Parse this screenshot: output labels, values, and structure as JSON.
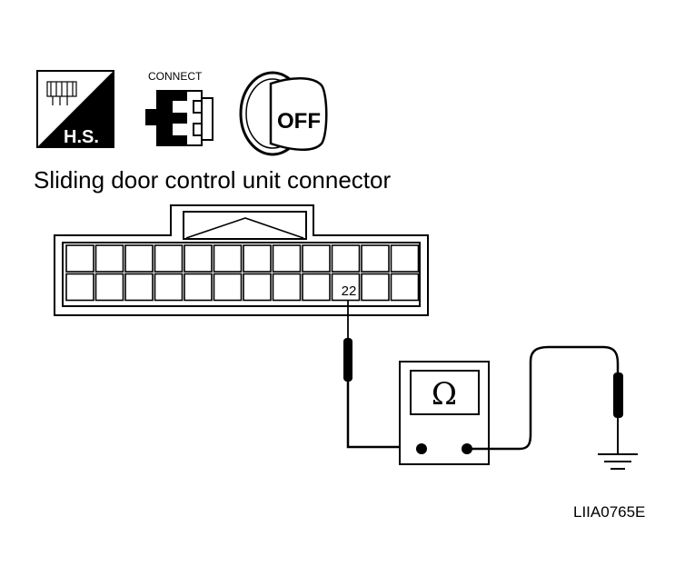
{
  "icons": {
    "harness_side": {
      "label": "H.S."
    },
    "connect": {
      "label": "CONNECT"
    },
    "ignition_switch": {
      "label": "OFF"
    }
  },
  "title": "Sliding door control unit connector",
  "connector": {
    "pin_label": "22"
  },
  "meter": {
    "symbol": "Ω"
  },
  "figure_id": "LIIA0765E"
}
